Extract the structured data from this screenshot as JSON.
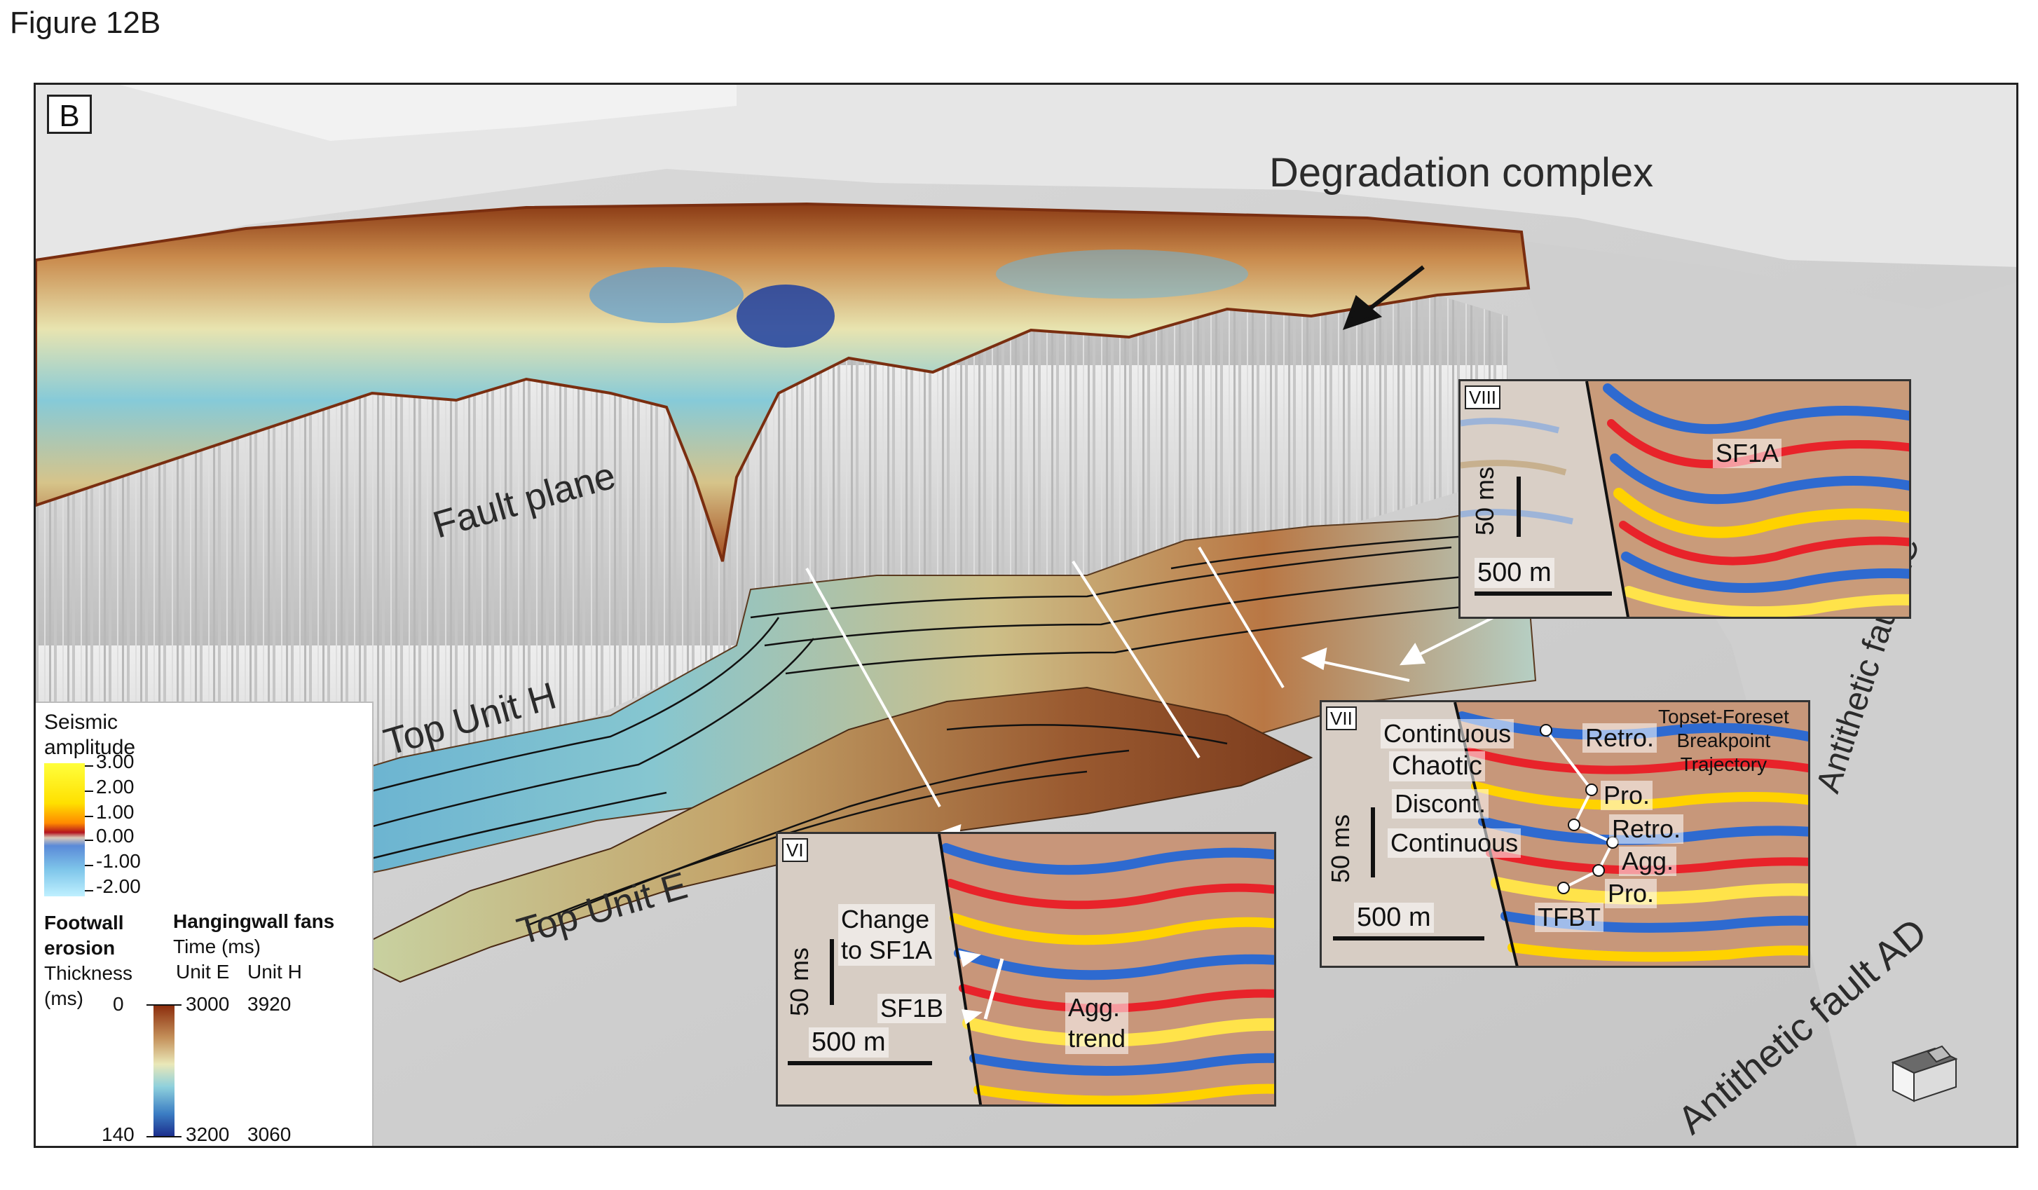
{
  "figure_title": "Figure 12B",
  "panel_letter": "B",
  "labels": {
    "degradation_complex": "Degradation complex",
    "fault_plane": "Fault plane",
    "top_unit_h": "Top Unit H",
    "top_unit_e": "Top Unit E",
    "antithetic_fault_ac": "Antithetic fault AC",
    "antithetic_fault_ad": "Antithetic fault AD"
  },
  "insets": {
    "viii": {
      "tag": "VIII",
      "scale_time": "50 ms",
      "scale_dist": "500 m",
      "labels": [
        "SF1A"
      ]
    },
    "vii": {
      "tag": "VII",
      "scale_time": "50 ms",
      "scale_dist": "500 m",
      "title_lines": [
        "Topset-Foreset",
        "Breakpoint",
        "Trajectory"
      ],
      "left_labels": [
        "Continuous",
        "Chaotic",
        "Discont.",
        "Continuous"
      ],
      "right_labels": [
        "Retro.",
        "Pro.",
        "Retro.",
        "Agg.",
        "Pro."
      ],
      "bottom_label": "TFBT"
    },
    "vi": {
      "tag": "VI",
      "scale_time": "50 ms",
      "scale_dist": "500 m",
      "change_lines": [
        "Change",
        "to SF1A"
      ],
      "sf1b": "SF1B",
      "agg_lines": [
        "Agg.",
        "trend"
      ]
    }
  },
  "legend": {
    "seismic_title_lines": [
      "Seismic",
      "amplitude"
    ],
    "seismic_ticks": [
      "3.00",
      "2.00",
      "1.00",
      "0.00",
      "-1.00",
      "-2.00"
    ],
    "footwall_title_lines": [
      "Footwall",
      "erosion"
    ],
    "thickness_lines": [
      "Thickness",
      "(ms)"
    ],
    "hangingwall_title": "Hangingwall fans",
    "time_label": "Time (ms)",
    "unit_e": "Unit E",
    "unit_h": "Unit H",
    "top_values": [
      "0",
      "3000",
      "3920"
    ],
    "bottom_values": [
      "140",
      "3200",
      "3060"
    ]
  },
  "colors": {
    "seismic_yellow": "#ffee00",
    "seismic_red": "#b4141e",
    "seismic_blue": "#3a78d0",
    "surface_brown": "#9a4a1c",
    "surface_cyan": "#7ec8d8",
    "surface_deep_blue": "#1f3fa0"
  }
}
